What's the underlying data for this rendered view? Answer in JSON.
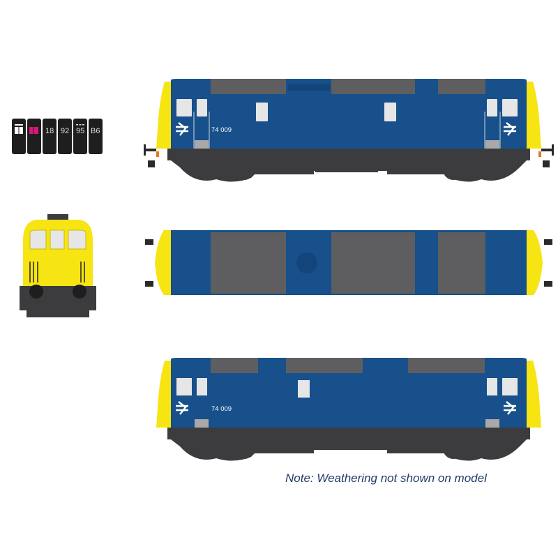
{
  "colors": {
    "body_blue": "#17508a",
    "roof_grey": "#5e5e60",
    "yellow": "#f7e413",
    "underframe": "#3c3c3e",
    "window": "#e6e6e6",
    "note_text": "#243a6b",
    "hc_panel": "#1e1e1e",
    "hc_magenta": "#d9177e"
  },
  "headcode_panel": {
    "label": "headcode-displays",
    "tiles": [
      {
        "type": "white-bars",
        "text": ""
      },
      {
        "type": "magenta-bars",
        "text": ""
      },
      {
        "type": "text",
        "text": "18"
      },
      {
        "type": "text",
        "text": "92"
      },
      {
        "type": "text",
        "text": "95"
      },
      {
        "type": "text",
        "text": "B6"
      }
    ]
  },
  "views": {
    "side_a": {
      "label": "side-elevation-1",
      "number": "74 009"
    },
    "end": {
      "label": "end-elevation"
    },
    "roof": {
      "label": "roof-plan"
    },
    "side_b": {
      "label": "side-elevation-2",
      "number": "74 009"
    }
  },
  "note": "Note: Weathering not shown on model"
}
